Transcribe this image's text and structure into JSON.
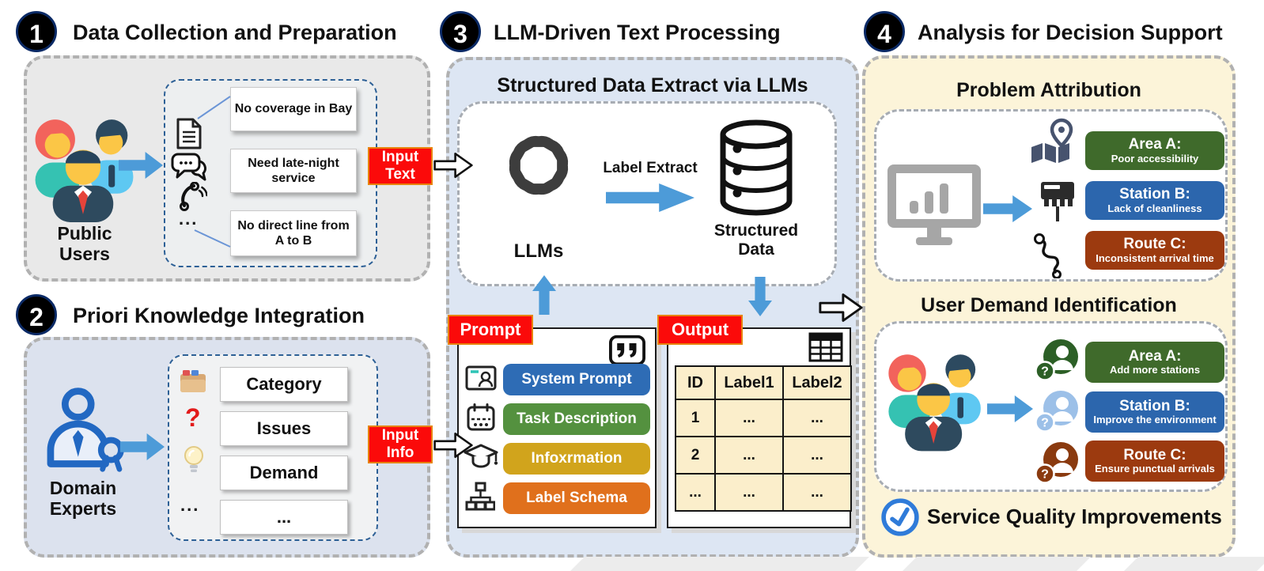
{
  "palette": {
    "arrow_blue": "#4d9bd8",
    "tag_red": "#fb0a0a",
    "panel1_bg": "#e9e9e9",
    "panel2_bg": "#dce2ee",
    "panel3_bg": "#dde6f3",
    "panel4_bg": "#fcf4d9"
  },
  "s1": {
    "badge": "1",
    "title": "Data Collection and Preparation",
    "actor": "Public Users",
    "ellipsis": "...",
    "notes": [
      "No coverage in Bay",
      "Need late-night service",
      "No direct line from A to B"
    ],
    "io_tag": "Input Text"
  },
  "s2": {
    "badge": "2",
    "title": "Priori Knowledge Integration",
    "actor": "Domain Experts",
    "question_mark": "?",
    "ellipsis": "...",
    "items": [
      "Category",
      "Issues",
      "Demand",
      "..."
    ],
    "io_tag": "Input Info"
  },
  "s3": {
    "badge": "3",
    "title": "LLM-Driven Text Processing",
    "subtitle": "Structured Data Extract via LLMs",
    "llm_label": "LLMs",
    "extract_label": "Label Extract",
    "db_label": "Structured Data",
    "prompt": {
      "tag": "Prompt",
      "rows": [
        {
          "label": "System Prompt",
          "color": "#2e6cb5"
        },
        {
          "label": "Task Description",
          "color": "#54913f"
        },
        {
          "label": "Infoxrmation",
          "color": "#d1a41c"
        },
        {
          "label": "Label Schema",
          "color": "#e0701c"
        }
      ]
    },
    "output": {
      "tag": "Output",
      "headers": [
        "ID",
        "Label1",
        "Label2"
      ],
      "rows": [
        [
          "1",
          "...",
          "..."
        ],
        [
          "2",
          "...",
          "..."
        ],
        [
          "...",
          "...",
          "..."
        ]
      ]
    }
  },
  "s4": {
    "badge": "4",
    "title": "Analysis for Decision Support",
    "problem": {
      "title": "Problem Attribution",
      "pills": [
        {
          "head": "Area A:",
          "desc": "Poor accessibility",
          "color": "#3f6a2b"
        },
        {
          "head": "Station B:",
          "desc": "Lack of cleanliness",
          "color": "#2c66ad"
        },
        {
          "head": "Route C:",
          "desc": "Inconsistent arrival time",
          "color": "#9c3a0f"
        }
      ]
    },
    "demand": {
      "title": "User Demand Identification",
      "pills": [
        {
          "head": "Area A:",
          "desc": "Add more stations",
          "color": "#3f6a2b"
        },
        {
          "head": "Station B:",
          "desc": "Improve the environment",
          "color": "#2c66ad"
        },
        {
          "head": "Route C:",
          "desc": "Ensure punctual arrivals",
          "color": "#9c3a0f"
        }
      ]
    },
    "footer": "Service Quality Improvements"
  }
}
